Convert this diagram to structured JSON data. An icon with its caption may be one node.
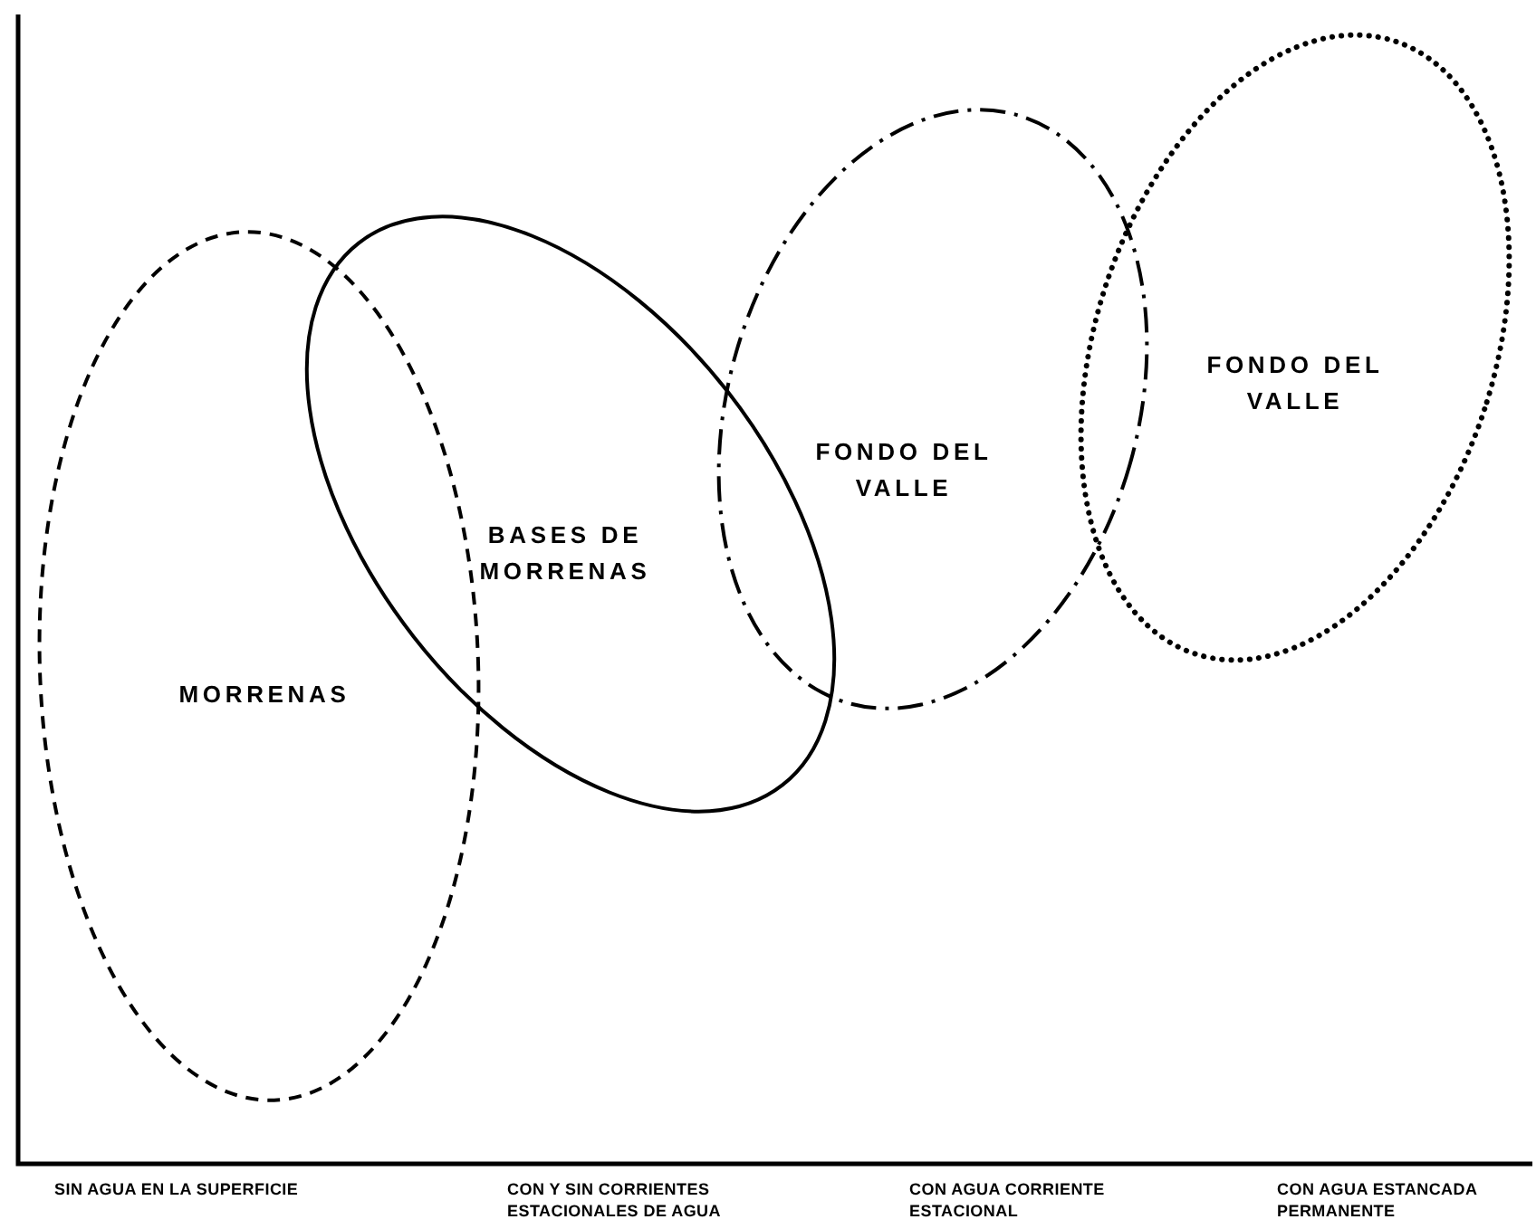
{
  "diagram": {
    "nodes": [
      {
        "text": [
          "MORRENAS"
        ]
      },
      {
        "text": [
          "BASES DE MORRENAS"
        ]
      },
      {
        "text": [
          "FONDO DEL VALLE"
        ]
      },
      {
        "text": [
          "FONDO DEL VALLE"
        ]
      }
    ],
    "labels": [
      "SIN AGUA EN LA SUPERFICIE",
      "CON Y SIN CORRIENTES ESTACIONALES DE AGUA",
      "CON AGUA CORRIENTE ESTACIONAL",
      "CON AGUA ESTANCADA PERMANENTE"
    ]
  }
}
